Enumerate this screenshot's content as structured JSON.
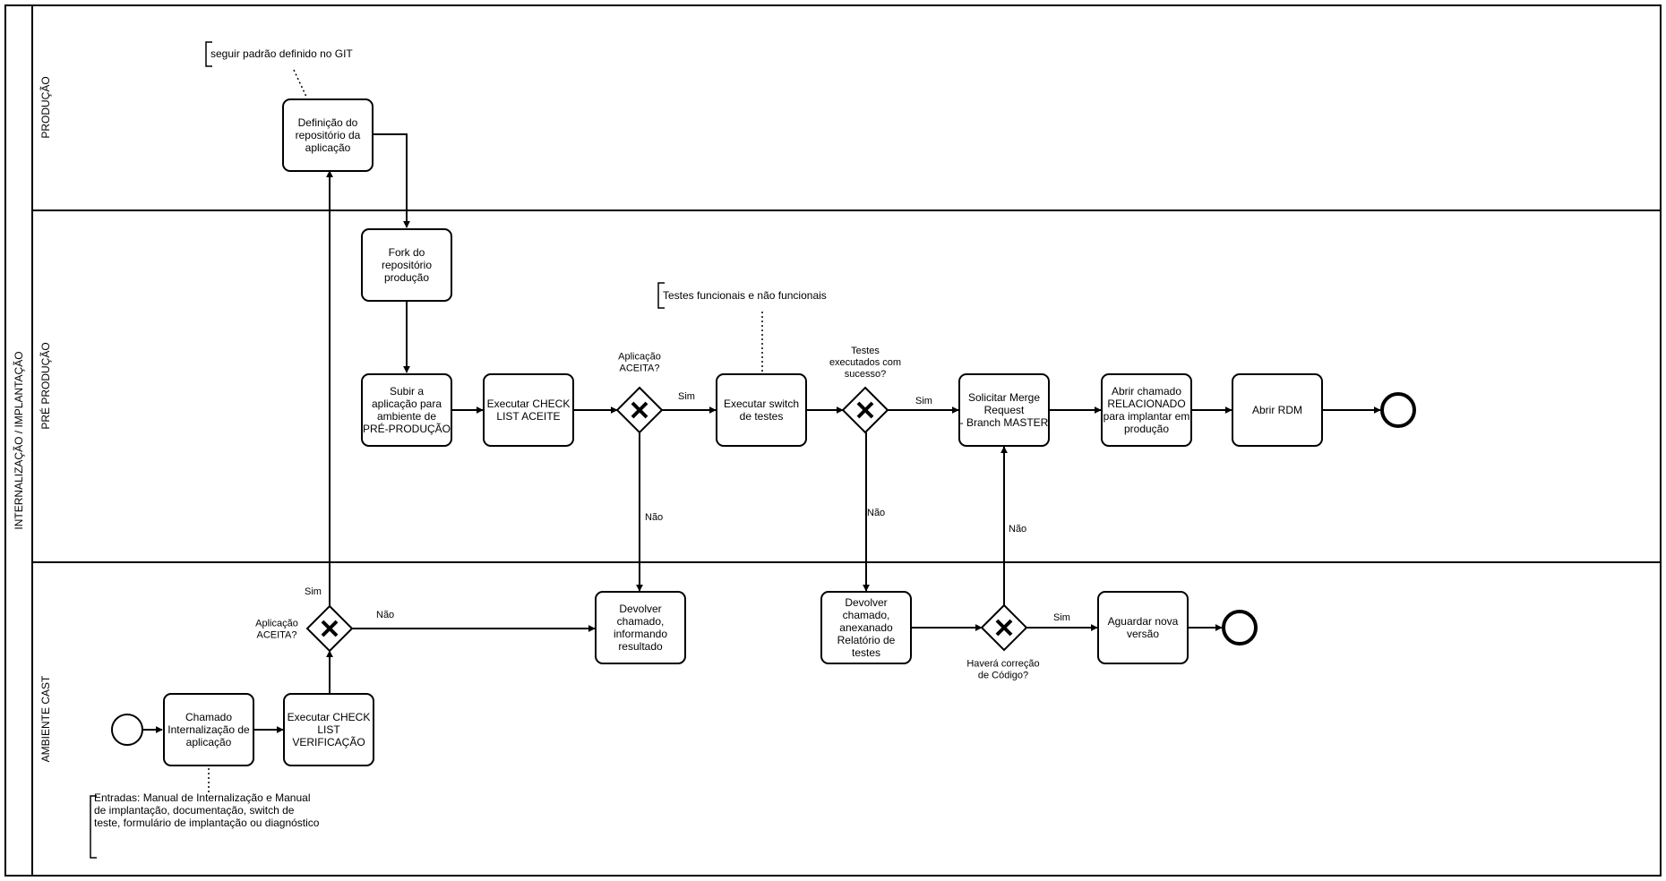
{
  "pool": {
    "label": "INTERNALIZAÇÃO / IMPLANTAÇÃO"
  },
  "lanes": {
    "producao": "PRODUÇÃO",
    "pre_producao": "PRÉ PRODUÇÃO",
    "ambiente_cast": "AMBIENTE CAST"
  },
  "tasks": {
    "definicao_repositorio": [
      "Definição do",
      "repositório da",
      "aplicação"
    ],
    "fork_repositorio": [
      "Fork do",
      "repositório",
      "produção"
    ],
    "subir_aplicacao": [
      "Subir a",
      "aplicação para",
      "ambiente de",
      "PRÉ-PRODUÇÃO"
    ],
    "checklist_aceite": [
      "Executar CHECK",
      "LIST ACEITE"
    ],
    "switch_testes": [
      "Executar switch",
      "de testes"
    ],
    "merge_request": [
      "Solicitar Merge",
      "Request",
      "- Branch MASTER"
    ],
    "chamado_relacionado": [
      "Abrir chamado",
      "RELACIONADO",
      "para implantar em",
      "produção"
    ],
    "abrir_rdm": [
      "Abrir RDM"
    ],
    "chamado_internalizacao": [
      "Chamado",
      "Internalização de",
      "aplicação"
    ],
    "checklist_verificacao": [
      "Executar CHECK",
      "LIST",
      "VERIFICAÇÃO"
    ],
    "devolver_resultado": [
      "Devolver",
      "chamado,",
      "informando",
      "resultado"
    ],
    "devolver_relatorio": [
      "Devolver",
      "chamado,",
      "anexanado",
      "Relatório de",
      "testes"
    ],
    "aguardar_versao": [
      "Aguardar nova",
      "versão"
    ]
  },
  "gateways": {
    "aceita_pre": [
      "Aplicação",
      "ACEITA?"
    ],
    "testes_sucesso": [
      "Testes",
      "executados com",
      "sucesso?"
    ],
    "aceita_cast": [
      "Aplicação",
      "ACEITA?"
    ],
    "correcao_codigo": [
      "Haverá correção",
      "de Código?"
    ]
  },
  "flow_labels": {
    "sim_aceita_pre": "Sim",
    "nao_aceita_pre": "Não",
    "sim_testes": "Sim",
    "nao_testes": "Não",
    "nao_correcao": "Não",
    "sim_correcao": "Sim",
    "sim_aceita_cast": "Sim",
    "nao_aceita_cast": "Não"
  },
  "annotations": {
    "padrao_git": [
      "seguir padrão definido no GIT"
    ],
    "testes_funcionais": [
      "Testes funcionais e não funcionais"
    ],
    "entradas": [
      "Entradas: Manual de Internalização e Manual",
      "de implantação, documentação, switch de",
      "teste, formulário de implantação ou diagnóstico"
    ]
  },
  "colors": {
    "stroke": "#000000",
    "fill": "#ffffff"
  }
}
